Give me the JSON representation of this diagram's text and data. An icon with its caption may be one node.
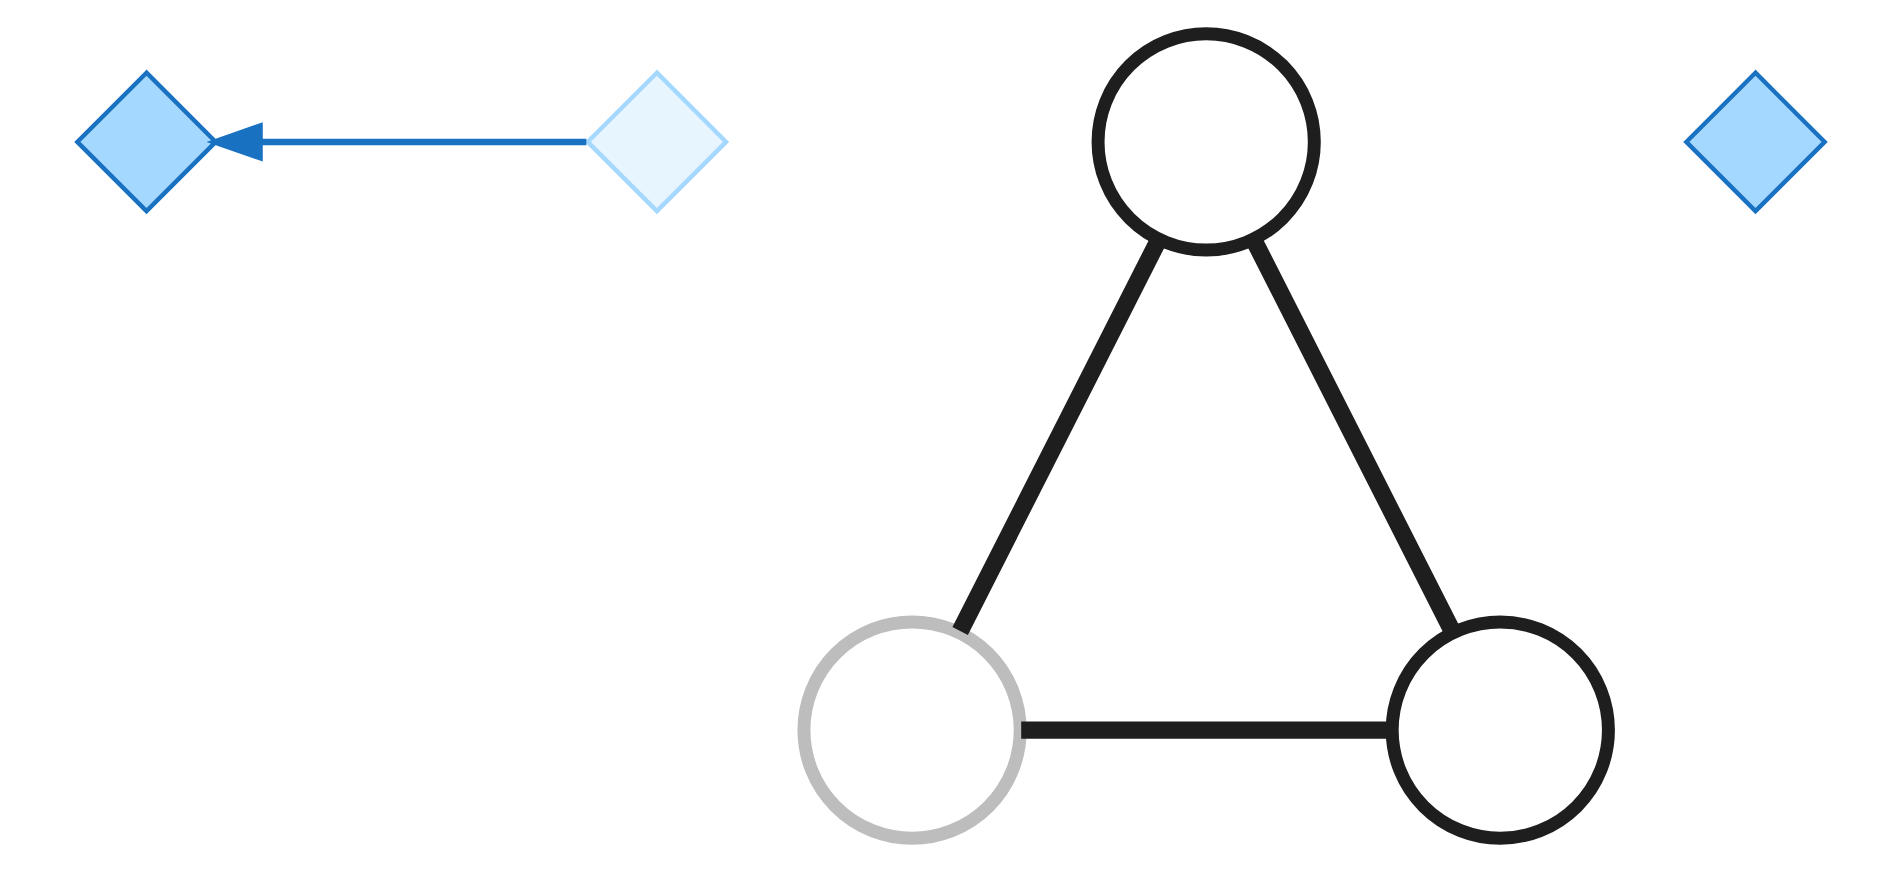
{
  "diagram": {
    "nodes": [
      {
        "text": [],
        "shape": "diamond"
      },
      {
        "text": [],
        "shape": "circle"
      },
      {
        "text": [],
        "shape": "diamond"
      },
      {
        "text": [],
        "shape": "diamond"
      },
      {
        "text": [],
        "shape": "circle"
      },
      {
        "text": [],
        "shape": "circle"
      }
    ],
    "edges": [
      {
        "from": 1,
        "to": 4,
        "arrow": "none"
      },
      {
        "from": 1,
        "to": 5,
        "arrow": "none"
      },
      {
        "from": 4,
        "to": 5,
        "arrow": "none"
      },
      {
        "from": 2,
        "to": 0,
        "arrow": "to",
        "color": "#1971c2"
      }
    ]
  }
}
